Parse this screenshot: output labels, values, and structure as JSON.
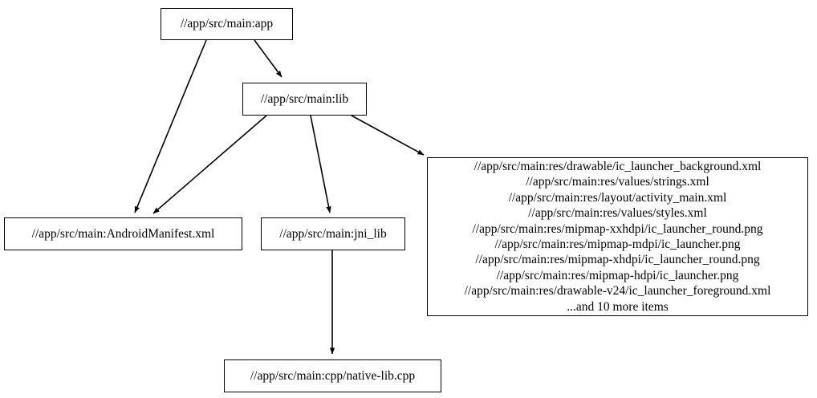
{
  "diagram": {
    "type": "dependency-graph",
    "direction": "top-down",
    "background_color": "#ffffff",
    "node_border_color": "#000000",
    "edge_color": "#000000",
    "text_color": "#000000",
    "nodes": [
      {
        "id": "app",
        "label": "//app/src/main:app"
      },
      {
        "id": "lib",
        "label": "//app/src/main:lib"
      },
      {
        "id": "manifest",
        "label": "//app/src/main:AndroidManifest.xml"
      },
      {
        "id": "jni_lib",
        "label": "//app/src/main:jni_lib"
      },
      {
        "id": "native_lib",
        "label": "//app/src/main:cpp/native-lib.cpp"
      },
      {
        "id": "res",
        "lines": [
          "//app/src/main:res/drawable/ic_launcher_background.xml",
          "//app/src/main:res/values/strings.xml",
          "//app/src/main:res/layout/activity_main.xml",
          "//app/src/main:res/values/styles.xml",
          "//app/src/main:res/mipmap-xxhdpi/ic_launcher_round.png",
          "//app/src/main:res/mipmap-mdpi/ic_launcher.png",
          "//app/src/main:res/mipmap-xhdpi/ic_launcher_round.png",
          "//app/src/main:res/mipmap-hdpi/ic_launcher.png",
          "//app/src/main:res/drawable-v24/ic_launcher_foreground.xml",
          "...and 10 more items"
        ]
      }
    ],
    "edges": [
      {
        "from": "app",
        "to": "manifest"
      },
      {
        "from": "app",
        "to": "lib"
      },
      {
        "from": "lib",
        "to": "manifest"
      },
      {
        "from": "lib",
        "to": "jni_lib"
      },
      {
        "from": "lib",
        "to": "res"
      },
      {
        "from": "jni_lib",
        "to": "native_lib"
      }
    ]
  }
}
